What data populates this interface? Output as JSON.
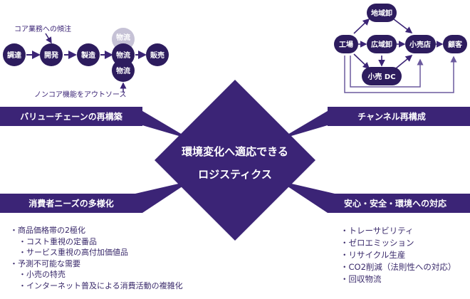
{
  "center": {
    "line1": "環境変化へ適応できる",
    "line2": "ロジスティクス"
  },
  "bands": {
    "top_left": "バリューチェーンの再構築",
    "top_right": "チャンネル再構成",
    "bottom_left": "消費者ニーズの多様化",
    "bottom_right": "安心・安全・環境への対応"
  },
  "value_chain": {
    "focus_label": "コア業務への傾注",
    "outsource_label": "ノンコア機能をアウトソース",
    "nodes": [
      "調達",
      "開発",
      "製造",
      "物流",
      "販売"
    ],
    "faded_top": "物流",
    "bottom_extra": "物流"
  },
  "channel": {
    "nodes": [
      "工場",
      "広域卸",
      "小売店",
      "顧客",
      "地域卸",
      "小売 DC"
    ]
  },
  "left_list": [
    {
      "text": "・商品価格帯の2極化",
      "level": 0
    },
    {
      "text": "・コスト重視の定番品",
      "level": 1
    },
    {
      "text": "・サービス重視の高付加価値品",
      "level": 1
    },
    {
      "text": "・予測不可能な需要",
      "level": 0
    },
    {
      "text": "・小売の特売",
      "level": 1
    },
    {
      "text": "・インターネット普及による消費活動の複雑化",
      "level": 1
    }
  ],
  "right_list": [
    "・トレーサビリティ",
    "・ゼロエミッション",
    "・リサイクル生産",
    "・CO2削減（法則性への対応）",
    "・回収物流"
  ],
  "colors": {
    "primary": "#3b2476",
    "node": "#2d1c5e",
    "faded": "#c6c2d6",
    "outline": "#6b5a9e"
  }
}
